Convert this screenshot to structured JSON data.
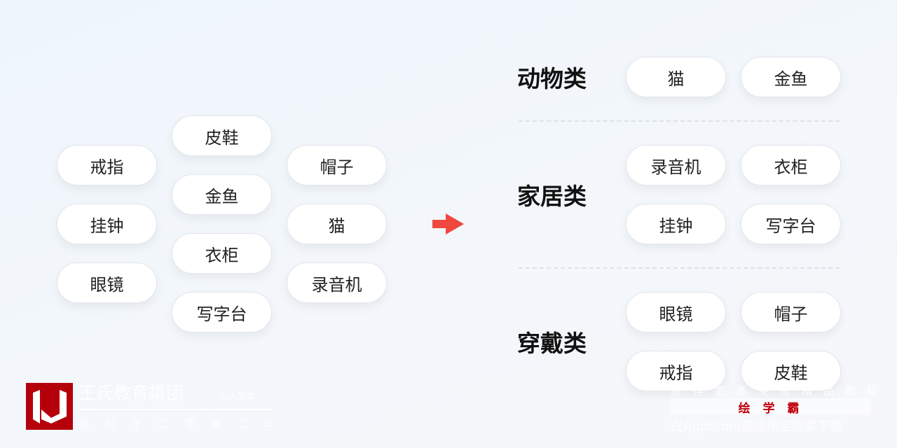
{
  "left_items": {
    "col1": [
      "戒指",
      "挂钟",
      "眼镜"
    ],
    "col2": [
      "皮鞋",
      "金鱼",
      "衣柜",
      "写字台"
    ],
    "col3": [
      "帽子",
      "猫",
      "录音机"
    ]
  },
  "categories": [
    {
      "label": "动物类",
      "items": [
        "猫",
        "金鱼"
      ]
    },
    {
      "label": "家居类",
      "items": [
        "录音机",
        "衣柜",
        "挂钟",
        "写字台"
      ]
    },
    {
      "label": "穿戴类",
      "items": [
        "眼镜",
        "帽子",
        "戒指",
        "皮鞋"
      ]
    }
  ],
  "watermark_left": {
    "title": "王氏教育集团",
    "slogan": "以人为本",
    "since": "始 创 于 二 零 零 二 年"
  },
  "watermark_right": {
    "line1": "获 得 更 多 免 费 精 品 教 程",
    "brand": "绘 学 霸",
    "line2": "在AppStore或应用宝搜索下载"
  },
  "colors": {
    "arrow": "#f0483e",
    "logo": "#b5000b",
    "brand": "#c0000c"
  }
}
